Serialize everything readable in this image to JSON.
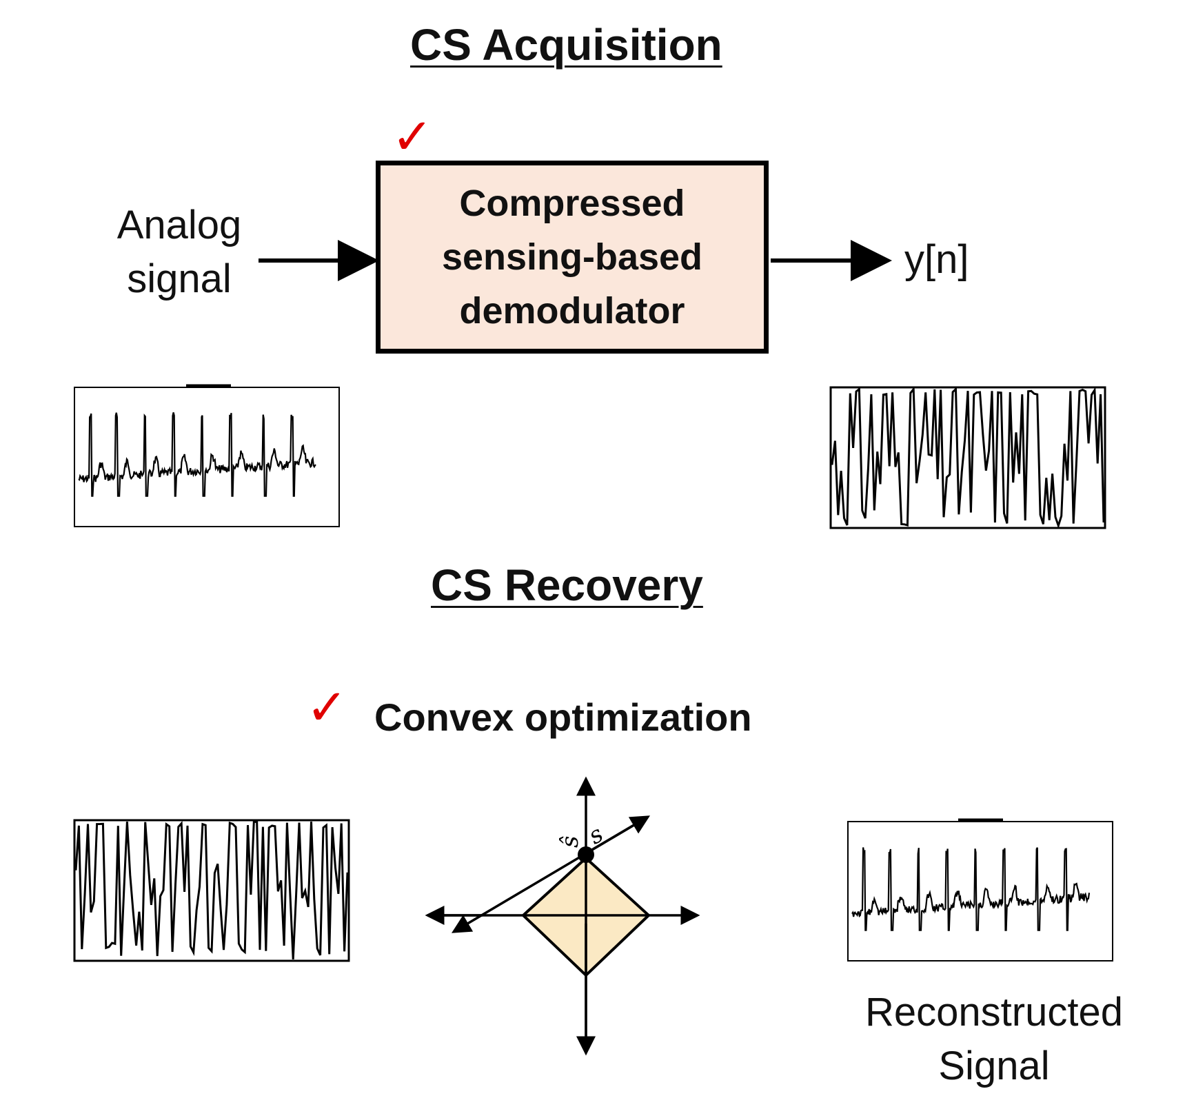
{
  "acquisition": {
    "heading": "CS Acquisition",
    "input_label": "Analog\nsignal",
    "box_label": "Compressed\nsensing-based\ndemodulator",
    "output_label": "y[n]"
  },
  "recovery": {
    "heading": "CS Recovery",
    "method_label": "Convex optimization",
    "output_label": "Reconstructed\nSignal",
    "s_hat_label": "ŝ",
    "s_label": "s"
  },
  "colors": {
    "check": "#e00000",
    "box_fill": "#fbe7db",
    "diamond_fill": "#fbe9c4",
    "ink": "#111111"
  },
  "icons": [
    "checkmark-icon",
    "arrow-right-icon"
  ]
}
